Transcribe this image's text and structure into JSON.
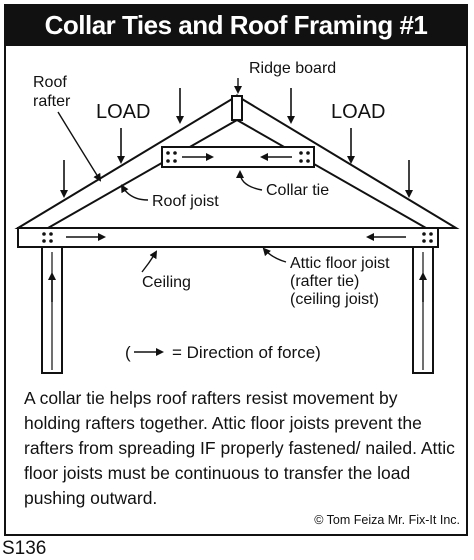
{
  "title": "Collar Ties and Roof Framing #1",
  "labels": {
    "ridge_board": "Ridge board",
    "roof_rafter_line1": "Roof",
    "roof_rafter_line2": "rafter",
    "load_left": "LOAD",
    "load_right": "LOAD",
    "collar_tie": "Collar tie",
    "roof_joist": "Roof joist",
    "ceiling": "Ceiling",
    "attic_joist_line1": "Attic floor joist",
    "attic_joist_line2": "(rafter tie)",
    "attic_joist_line3": "(ceiling joist)"
  },
  "legend": {
    "open": "(",
    "text": "= Direction of force)"
  },
  "caption": "A collar tie helps roof rafters resist movement by holding rafters together. Attic floor joists prevent the rafters from spreading IF properly fastened/ nailed. Attic floor joists must be continuous to transfer the load pushing outward.",
  "credit": "© Tom Feiza Mr. Fix-It Inc.",
  "code": "S136",
  "colors": {
    "ink": "#111111",
    "background": "#ffffff"
  }
}
